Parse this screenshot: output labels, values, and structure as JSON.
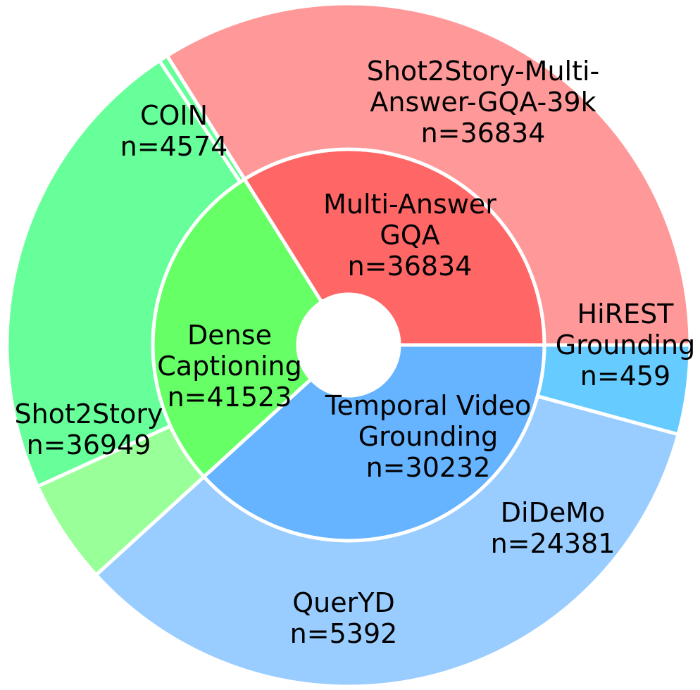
{
  "chart_data": {
    "type": "sunburst",
    "title": "",
    "inner": [
      {
        "label": [
          "Multi-Answer",
          "GQA"
        ],
        "count_text": "n=36834",
        "value": 36834,
        "color": "#ff6666"
      },
      {
        "label": [
          "Temporal Video",
          "Grounding"
        ],
        "count_text": "n=30232",
        "value": 30232,
        "color": "#66ff66"
      },
      {
        "label": [
          "Dense",
          "Captioning"
        ],
        "count_text": "n=41523",
        "value": 41523,
        "color": "#66b3ff"
      }
    ],
    "outer": [
      {
        "parent": 0,
        "label": [
          "Shot2Story-Multi-",
          "Answer-GQA-39k"
        ],
        "count_text": "n=36834",
        "value": 36834,
        "color": "#ff9999"
      },
      {
        "parent": 1,
        "label": [
          "HiREST",
          "Grounding"
        ],
        "count_text": "n=459",
        "value": 459,
        "color": "#66ff99"
      },
      {
        "parent": 1,
        "label": [
          "DiDeMo"
        ],
        "count_text": "n=24381",
        "value": 24381,
        "color": "#66ff99"
      },
      {
        "parent": 1,
        "label": [
          "QuerYD"
        ],
        "count_text": "n=5392",
        "value": 5392,
        "color": "#99ff99"
      },
      {
        "parent": 2,
        "label": [
          "Shot2Story"
        ],
        "count_text": "n=36949",
        "value": 36949,
        "color": "#99ccff"
      },
      {
        "parent": 2,
        "label": [
          "COIN"
        ],
        "count_text": "n=4574",
        "value": 4574,
        "color": "#66ccff"
      }
    ]
  }
}
